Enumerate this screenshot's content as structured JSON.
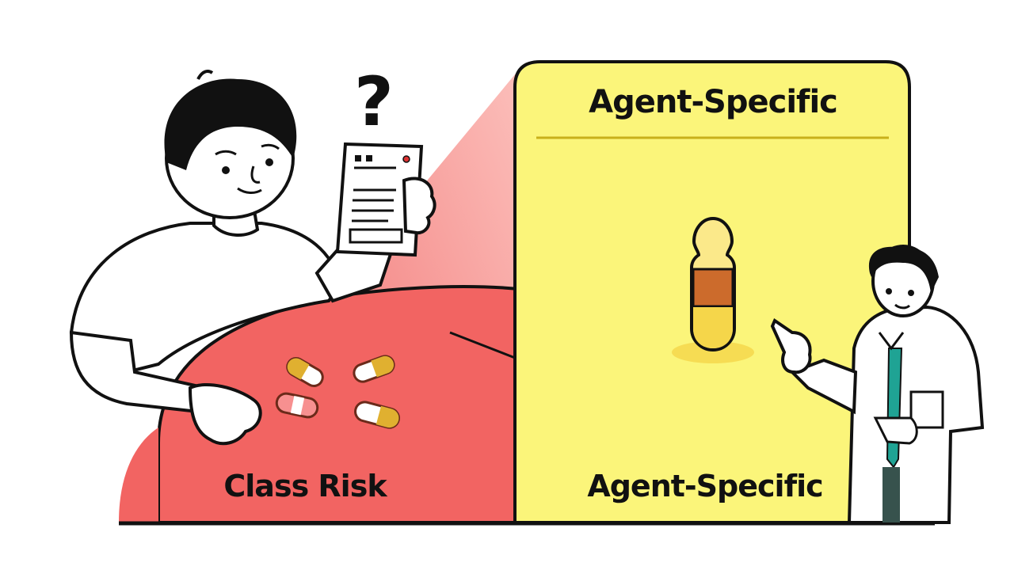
{
  "illustration": {
    "panel_header": "Agent-Specific",
    "left_label": "Class Risk",
    "right_label": "Agent-Specific",
    "question_mark": "?"
  },
  "colors": {
    "background": "#ffffff",
    "class_risk_red": "#f26462",
    "agent_panel_yellow": "#fbf57a",
    "divider_line": "#c9b01a",
    "capsule_gold": "#e0b030",
    "capsule_band": "#cc6b2c",
    "tie_teal": "#1fa394",
    "outline": "#111111"
  }
}
